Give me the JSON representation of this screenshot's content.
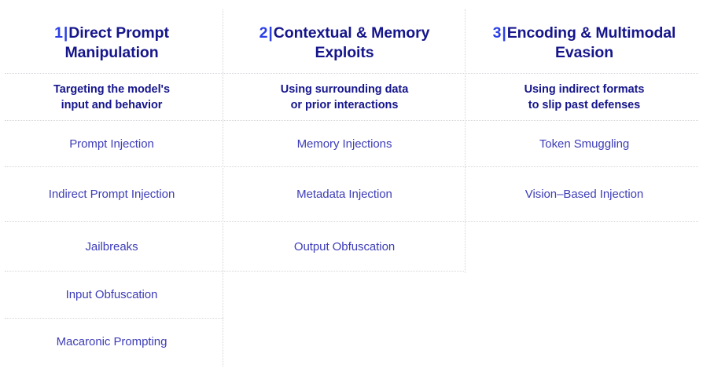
{
  "page": {
    "background_color": "#ffffff",
    "divider_color": "#d5d5da",
    "accent_number_color": "#2b3fe8",
    "heading_color": "#16168c",
    "item_color": "#3d3db8"
  },
  "columns": [
    {
      "number": "1",
      "separator": "|",
      "title_lines": [
        "Direct Prompt",
        "Manipulation"
      ],
      "subtitle_lines": [
        "Targeting the model's",
        "input and behavior"
      ],
      "items": [
        "Prompt Injection",
        "Indirect Prompt Injection",
        "Jailbreaks",
        "Input Obfuscation",
        "Macaronic Prompting"
      ]
    },
    {
      "number": "2",
      "separator": "|",
      "title_lines": [
        "Contextual & Memory",
        "Exploits"
      ],
      "subtitle_lines": [
        "Using surrounding data",
        "or prior interactions"
      ],
      "items": [
        "Memory Injections",
        "Metadata Injection",
        "Output Obfuscation"
      ]
    },
    {
      "number": "3",
      "separator": "|",
      "title_lines": [
        "Encoding & Multimodal",
        "Evasion"
      ],
      "subtitle_lines": [
        "Using indirect formats",
        "to slip past defenses"
      ],
      "items": [
        "Token Smuggling",
        "Vision–Based Injection"
      ]
    }
  ]
}
